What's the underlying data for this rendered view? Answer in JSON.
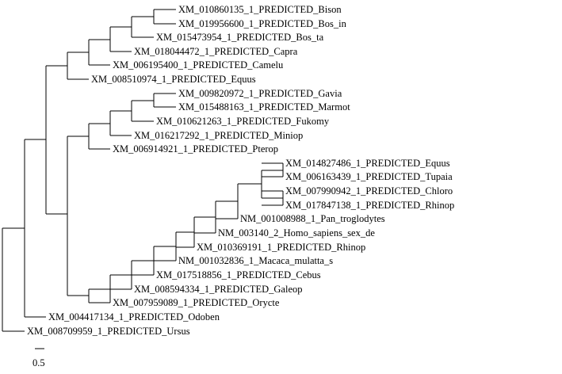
{
  "tree": {
    "leaves": [
      "XM_010860135_1_PREDICTED_Bison",
      "XM_019956600_1_PREDICTED_Bos_in",
      "XM_015473954_1_PREDICTED_Bos_ta",
      "XM_018044472_1_PREDICTED_Capra",
      "XM_006195400_1_PREDICTED_Camelu",
      "XM_008510974_1_PREDICTED_Equus",
      "XM_009820972_1_PREDICTED_Gavia",
      "XM_015488163_1_PREDICTED_Marmot",
      "XM_010621263_1_PREDICTED_Fukomy",
      "XM_016217292_1_PREDICTED_Miniop",
      "XM_006914921_1_PREDICTED_Pterop",
      "XM_014827486_1_PREDICTED_Equus",
      "XM_006163439_1_PREDICTED_Tupaia",
      "XM_007990942_1_PREDICTED_Chloro",
      "XM_017847138_1_PREDICTED_Rhinop",
      "NM_001008988_1_Pan_troglodytes",
      "NM_003140_2_Homo_sapiens_sex_de",
      "XM_010369191_1_PREDICTED_Rhinop",
      "NM_001032836_1_Macaca_mulatta_s",
      "XM_017518856_1_PREDICTED_Cebus",
      "XM_008594334_1_PREDICTED_Galeop",
      "XM_007959089_1_PREDICTED_Orycte",
      "XM_004417134_1_PREDICTED_Odoben",
      "XM_008709959_1_PREDICTED_Ursus"
    ],
    "scale_bar_label": "0.5",
    "line_color": "#000000"
  }
}
